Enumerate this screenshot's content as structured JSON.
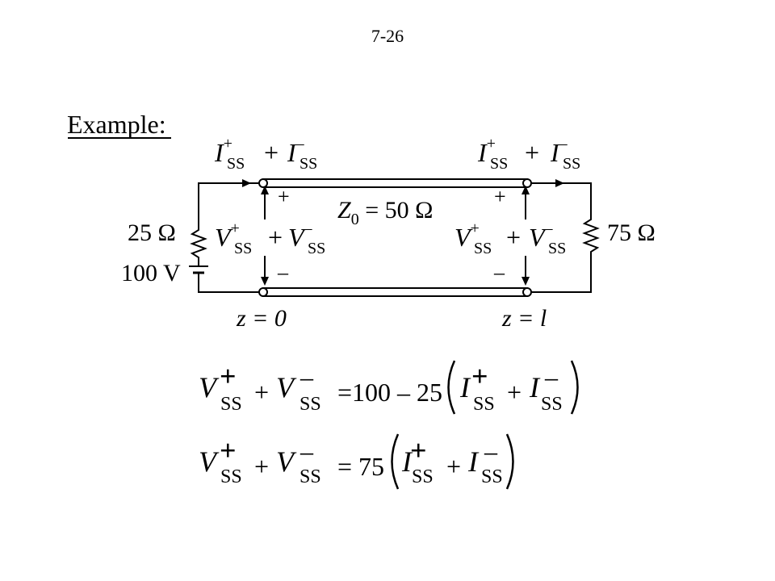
{
  "slide": {
    "page_number": "7-26",
    "heading": "Example",
    "heading_colon": ":"
  },
  "circuit": {
    "source_resistor": "25 Ω",
    "source_voltage": "100 V",
    "load_resistor": "75 Ω",
    "line_impedance": {
      "symbol": "Z",
      "subscript": "0",
      "value": " = 50 Ω"
    },
    "terminal_left": "z = 0",
    "terminal_right": "z = l",
    "plus_sign": "+",
    "minus_sign": "–",
    "current_symbol": "I",
    "voltage_symbol": "V",
    "subscript": "SS",
    "super_plus": "+",
    "super_minus": "–",
    "sum_sign": "+"
  },
  "equations": {
    "eq1": {
      "rhs_constant": "=100 – 25"
    },
    "eq2": {
      "rhs_constant": "= 75"
    }
  }
}
